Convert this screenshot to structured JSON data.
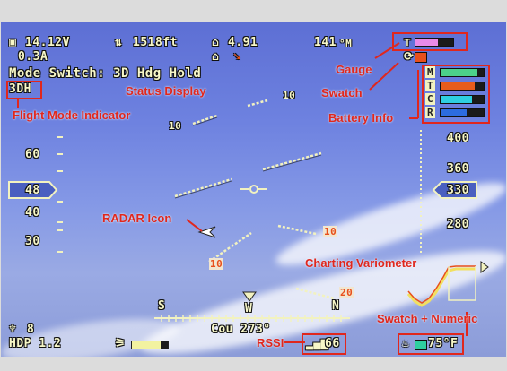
{
  "top_row": {
    "voltage": "14.12V",
    "current": "0.3A",
    "altitude": "1518ft",
    "distance": "4.91",
    "heading_val": "141",
    "heading_unit": "°M"
  },
  "mode_switch": "Mode Switch: 3D Hdg Hold",
  "flight_mode": "3DH",
  "pitch_labels": [
    "10",
    "10"
  ],
  "alt_ladder": [
    "60",
    "48",
    "40",
    "30"
  ],
  "speed_ladder": [
    "400",
    "360",
    "330",
    "280"
  ],
  "markers": [
    "10",
    "10",
    "20"
  ],
  "compass": {
    "letters": [
      "S",
      "W",
      "N"
    ],
    "course": "Cou 273°"
  },
  "bottom": {
    "sat_count": "8",
    "hdop": "HDP 1.2",
    "rssi": "66",
    "temp": "75°F"
  },
  "annotations": {
    "gauge": "Gauge",
    "status_display": "Status Display",
    "swatch": "Swatch",
    "battery_info": "Battery Info",
    "flight_mode_indicator": "Flight Mode Indicator",
    "radar_icon": "RADAR Icon",
    "charting_variometer": "Charting Variometer",
    "swatch_numeric": "Swatch + Numeric",
    "rssi": "RSSI"
  },
  "battery_levels": {
    "M": 0.85,
    "T": 0.8,
    "C": 0.72,
    "R": 0.6
  },
  "gauge_level": 0.6,
  "throttle_level": 0.8,
  "colors": {
    "gauge": "#e88ae8",
    "swatch": "#e8501c",
    "battery_M": "#4cd18a",
    "battery_T": "#e85c1c",
    "battery_C": "#2ecfe0",
    "battery_R": "#2c6ce0",
    "temp_swatch": "#2ecfa0",
    "annotation": "#e0271d"
  }
}
